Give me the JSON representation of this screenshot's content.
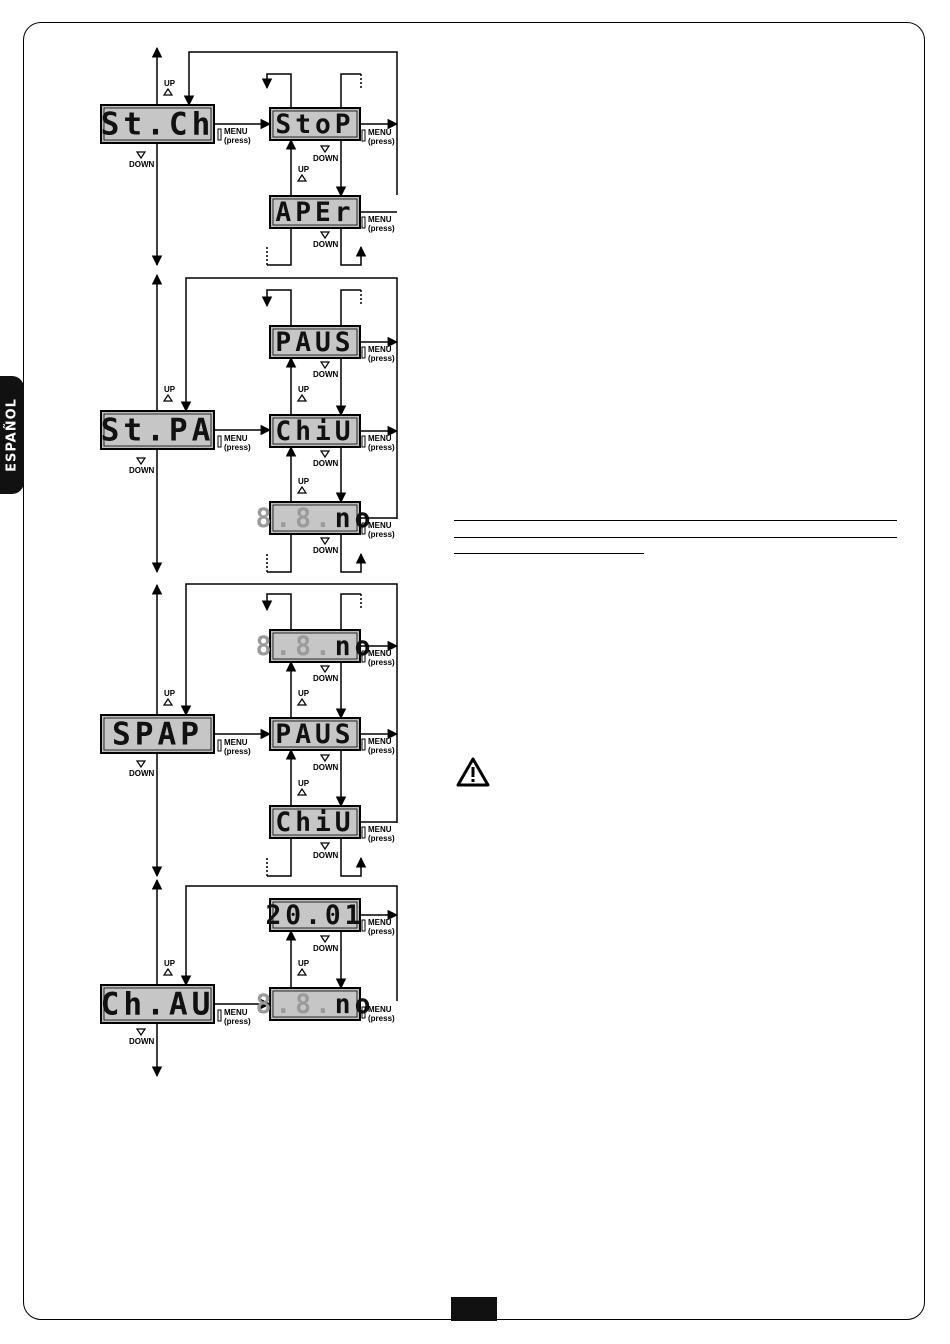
{
  "side_tab": {
    "language": "ESPAÑOL"
  },
  "labels": {
    "up": "UP",
    "down": "DOWN",
    "menu": "MENU",
    "press": "(press)"
  },
  "diagrams": [
    {
      "main": "St.Ch",
      "options": [
        "StoP",
        "APEr"
      ]
    },
    {
      "main": "St.PA",
      "options": [
        "PAUS",
        "ChiU",
        "no"
      ]
    },
    {
      "main": "SPAP",
      "options": [
        "no",
        "PAUS",
        "ChiU"
      ]
    },
    {
      "main": "Ch.AU",
      "options": [
        "20.0",
        "no"
      ]
    }
  ],
  "icons": {
    "warning": "warning-triangle-icon"
  }
}
